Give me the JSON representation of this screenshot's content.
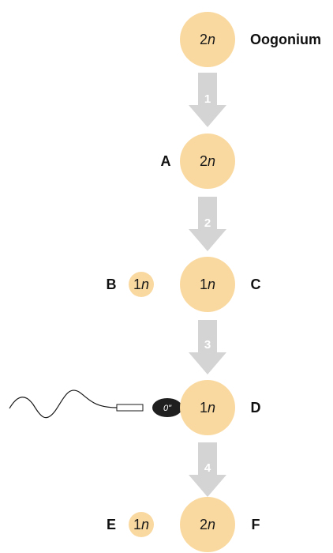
{
  "colors": {
    "cell": "#fad9a0",
    "arrow": "#d4d4d4",
    "sperm_head": "#1f1f1f"
  },
  "cells": {
    "oogonium": {
      "count": "2",
      "unit": "n"
    },
    "a": {
      "count": "2",
      "unit": "n"
    },
    "c": {
      "count": "1",
      "unit": "n"
    },
    "b": {
      "count": "1",
      "unit": "n"
    },
    "d": {
      "count": "1",
      "unit": "n"
    },
    "f": {
      "count": "2",
      "unit": "n"
    },
    "e": {
      "count": "1",
      "unit": "n"
    }
  },
  "labels": {
    "oogonium": "Oogonium",
    "a": "A",
    "b": "B",
    "c": "C",
    "d": "D",
    "e": "E",
    "f": "F"
  },
  "steps": [
    "1",
    "2",
    "3",
    "4"
  ],
  "sperm_head_text": "0\""
}
